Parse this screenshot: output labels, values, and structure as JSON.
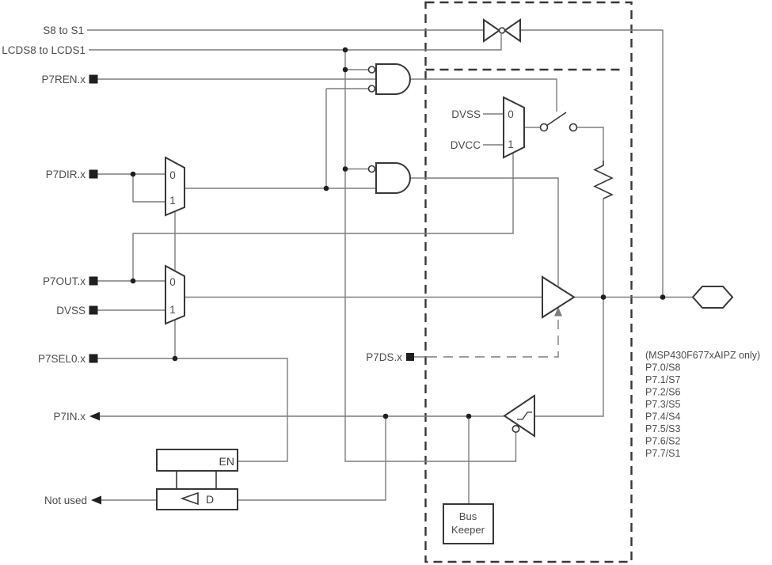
{
  "colors": {
    "wire": "#7d7d7d",
    "comp": "#383838",
    "text": "#4c4c4c",
    "dot": "#1f1f1f",
    "background": "#ffffff"
  },
  "signals": {
    "s8": "S8 to S1",
    "lcds": "LCDS8 to LCDS1",
    "p7ren": "P7REN.x",
    "p7dir": "P7DIR.x",
    "p7out": "P7OUT.x",
    "dvss_in": "DVSS",
    "p7sel0": "P7SEL0.x",
    "p7in": "P7IN.x",
    "p7ds": "P7DS.x",
    "not_used": "Not used"
  },
  "dir_mux": {
    "in0": "0",
    "in1": "1"
  },
  "out_mux": {
    "in0": "0",
    "in1": "1"
  },
  "pull_mux": {
    "dvss": "DVSS",
    "dvcc": "DVCC",
    "in0": "0",
    "in1": "1"
  },
  "latch": {
    "en": "EN",
    "d": "D"
  },
  "bus_keeper": {
    "line1": "Bus",
    "line2": "Keeper"
  },
  "pad_note": {
    "title": "(MSP430F677xAIPZ only)",
    "pins": [
      "P7.0/S8",
      "P7.1/S7",
      "P7.2/S6",
      "P7.3/S5",
      "P7.4/S4",
      "P7.5/S3",
      "P7.6/S2",
      "P7.7/S1"
    ]
  }
}
